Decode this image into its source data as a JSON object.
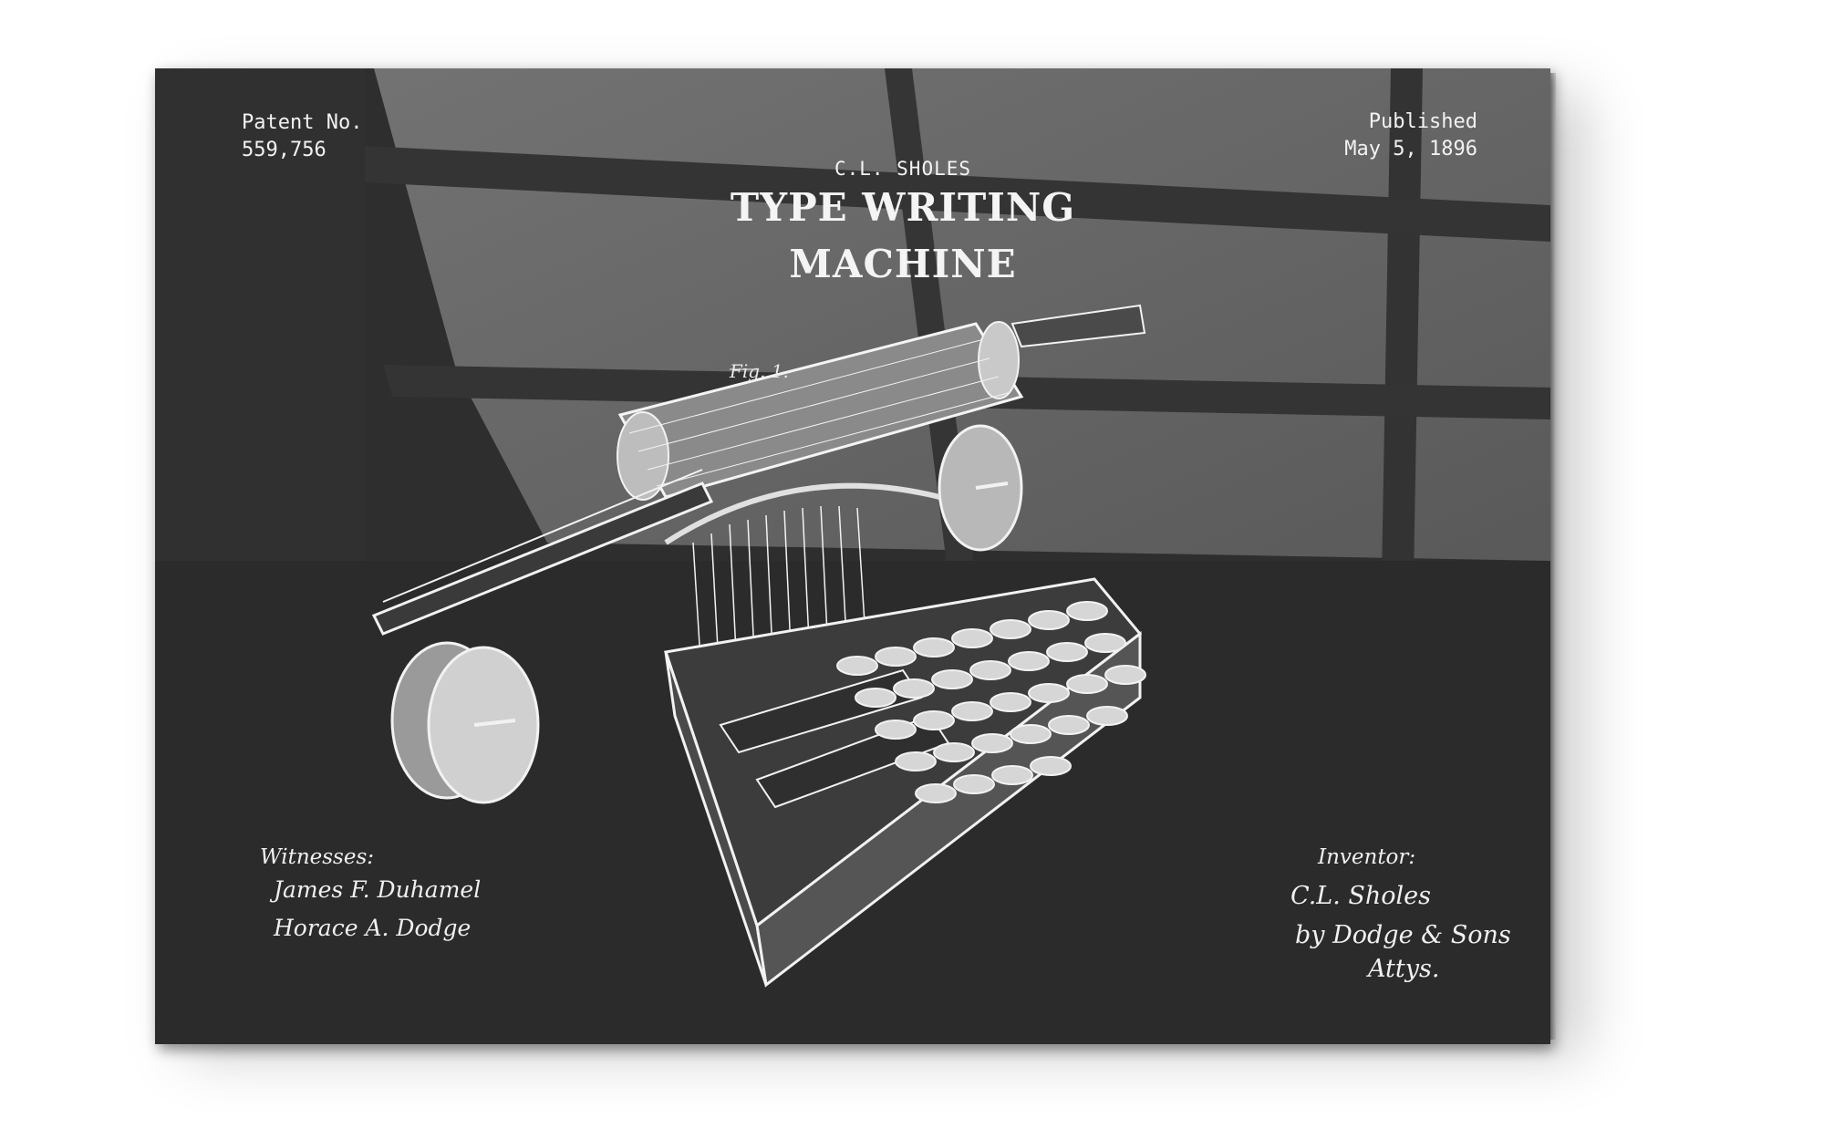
{
  "patent": {
    "label": "Patent No.",
    "number": "559,756"
  },
  "published": {
    "label": "Published",
    "date": "May 5, 1896"
  },
  "inventor_name": "C.L. SHOLES",
  "title": {
    "line1": "TYPE WRITING",
    "line2": "MACHINE"
  },
  "figure_label": "Fig. 1.",
  "witnesses": {
    "label": "Witnesses:",
    "names": [
      "James F. Duhamel",
      "Horace A. Dodge"
    ]
  },
  "inventor": {
    "label": "Inventor:",
    "signature": [
      "C.L. Sholes",
      "by Dodge & Sons",
      "Attys."
    ]
  },
  "colors": {
    "board": "#2e2e2e",
    "chalk": "#f2f2f2",
    "window_light": "#6e6e6e"
  }
}
